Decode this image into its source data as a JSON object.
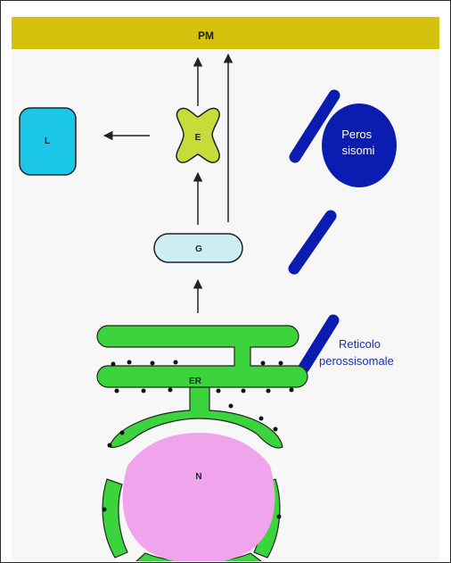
{
  "labels": {
    "pm": "PM",
    "lysosome": "L",
    "endosome": "E",
    "golgi": "G",
    "peroxisome": "Peros\nsisomi",
    "er": "ER",
    "nucleus": "N",
    "peroxisomal_er": "Reticolo\nperossisomale"
  },
  "colors": {
    "membrane_bar": "#d4c20c",
    "lysosome": "#1cc6e6",
    "endosome": "#c6dc3a",
    "golgi": "#cdeef4",
    "peroxisome": "#0b1db0",
    "er": "#3cd43c",
    "nucleus": "#f0a4ec",
    "label_blue": "#1a2fb0"
  }
}
